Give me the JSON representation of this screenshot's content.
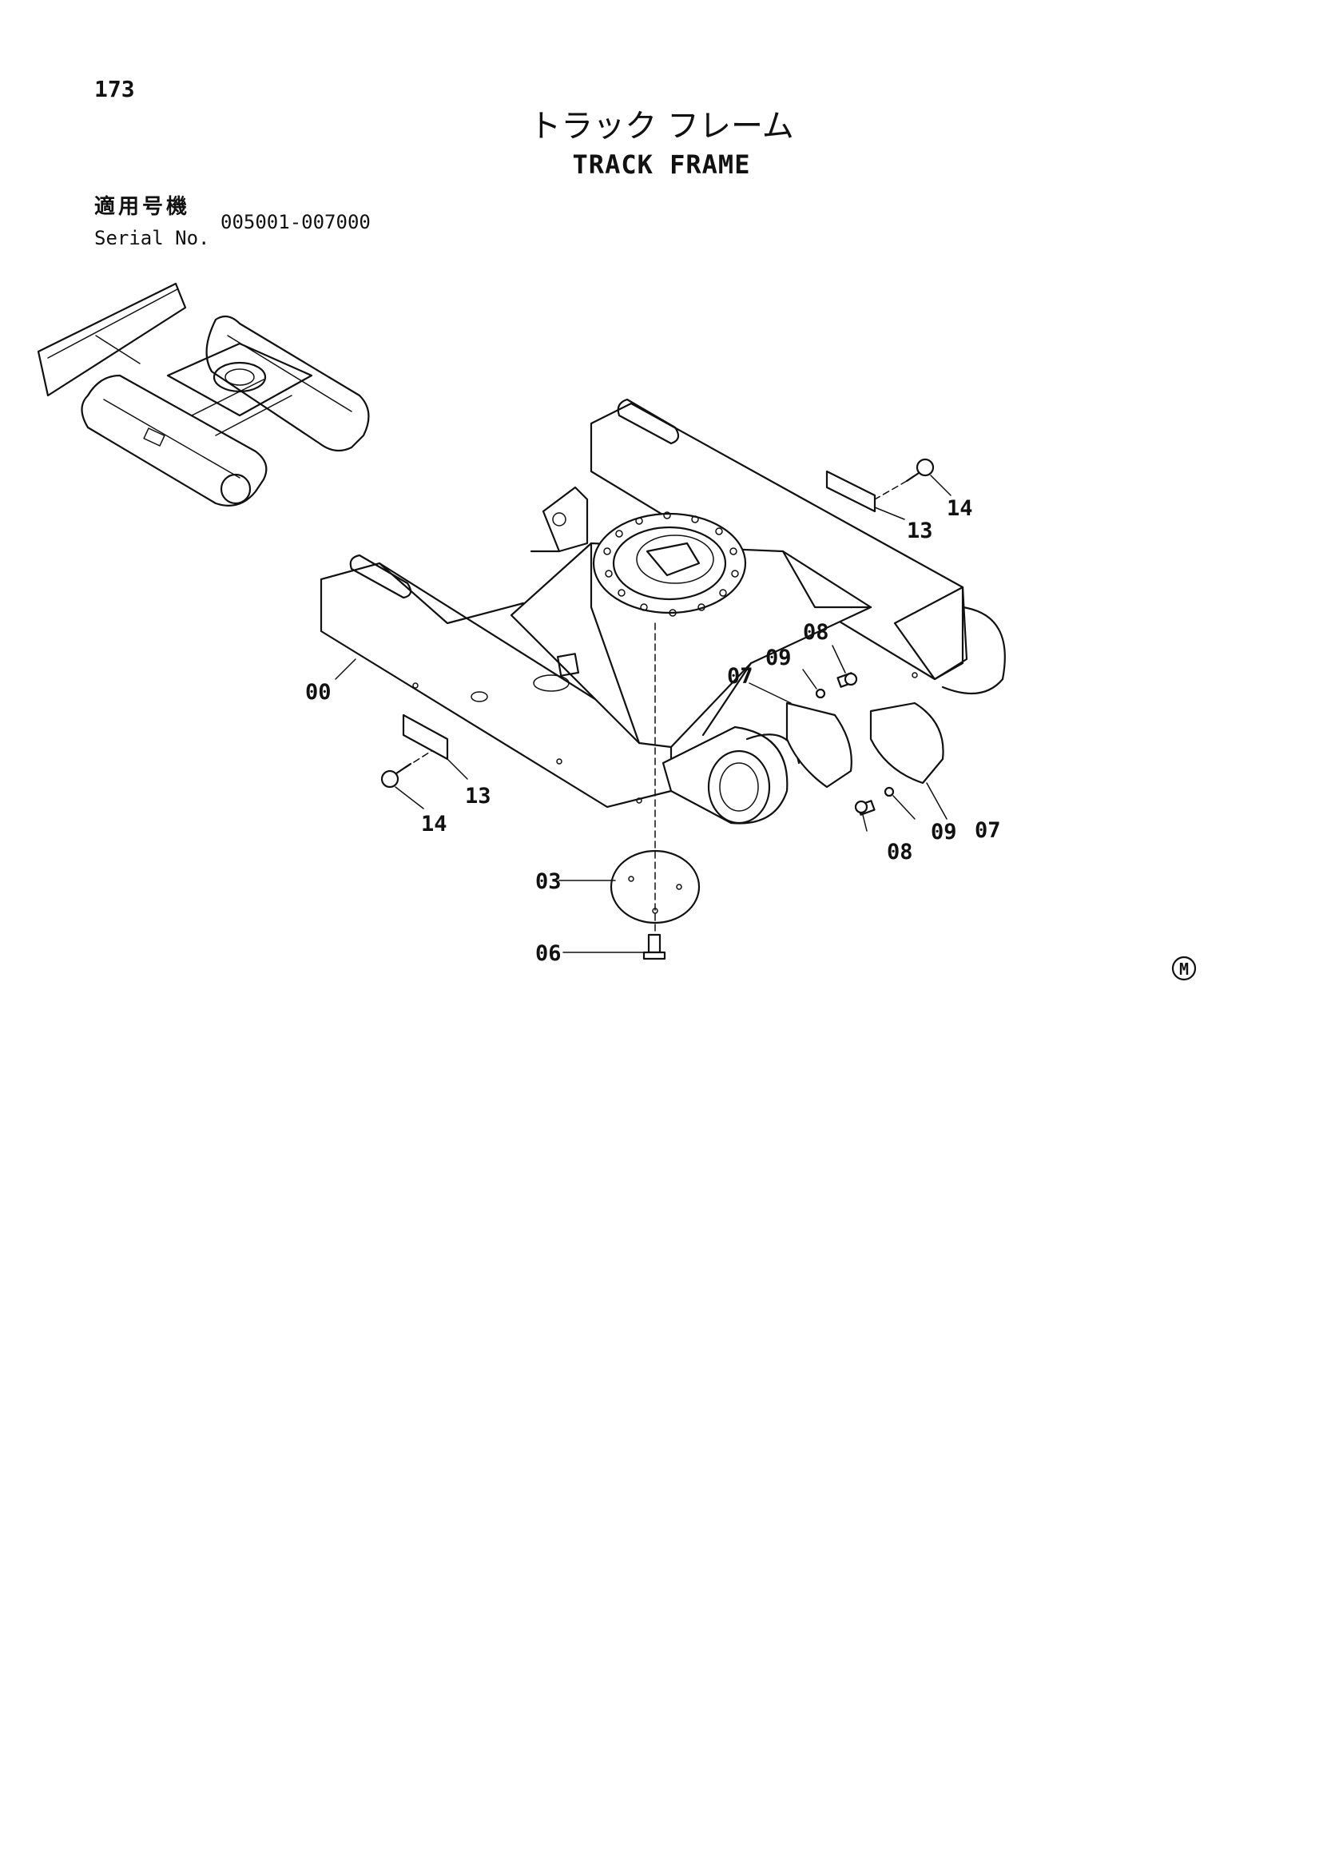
{
  "page_number": "173",
  "title_jp": "トラック フレーム",
  "title_en": "TRACK FRAME",
  "serial_label_jp": "適用号機",
  "serial_label_en": "Serial No.",
  "serial_range": "005001-007000",
  "callouts": {
    "frame": "00",
    "cover_bottom": "03",
    "bolt_bottom": "06",
    "cover_front": "07",
    "cover_rear": "07",
    "bolt_front": "08",
    "bolt_rear": "08",
    "washer_front": "09",
    "washer_rear": "09",
    "plate_left": "13",
    "plate_right": "13",
    "bolt_left": "14",
    "bolt_right": "14"
  },
  "mark_symbol": "M"
}
